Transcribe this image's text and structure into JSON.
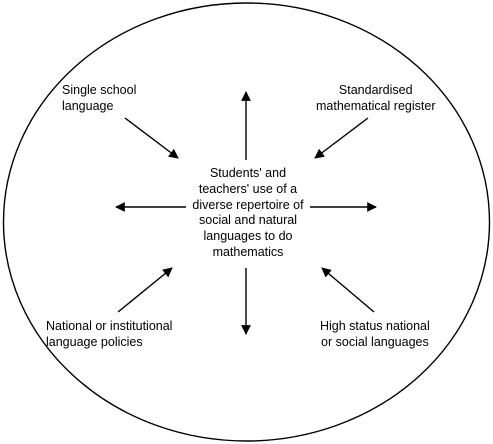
{
  "center": {
    "lines": [
      "Students' and",
      "teachers' use of a",
      "diverse repertoire of",
      "social and natural",
      "languages to do",
      "mathematics"
    ]
  },
  "influences": {
    "top_left": [
      "Single school",
      "language"
    ],
    "top_right": [
      "Standardised",
      "mathematical register"
    ],
    "bottom_left": [
      "National or institutional",
      "language policies"
    ],
    "bottom_right": [
      "High status national",
      "or social languages"
    ]
  },
  "colors": {
    "stroke": "#000000",
    "background": "#ffffff"
  }
}
